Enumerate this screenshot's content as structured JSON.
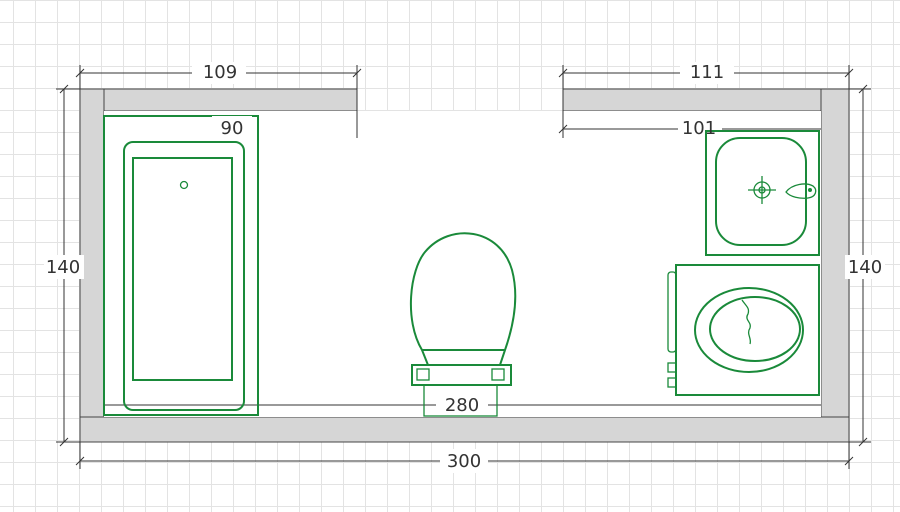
{
  "colors": {
    "fixture": "#1a8a3a",
    "wall_fill": "#d6d6d6",
    "wall_stroke": "#444444",
    "dimension": "#333333",
    "grid": "#e3e3e3"
  },
  "dimensions": {
    "top_left_wall": "109",
    "top_right_wall": "111",
    "bathtub_width": "90",
    "sink_cabinet_width": "101",
    "left_height": "140",
    "right_height": "140",
    "inner_width": "280",
    "outer_width": "300"
  },
  "fixtures": [
    "bathtub",
    "toilet",
    "washbasin",
    "washing-machine"
  ]
}
